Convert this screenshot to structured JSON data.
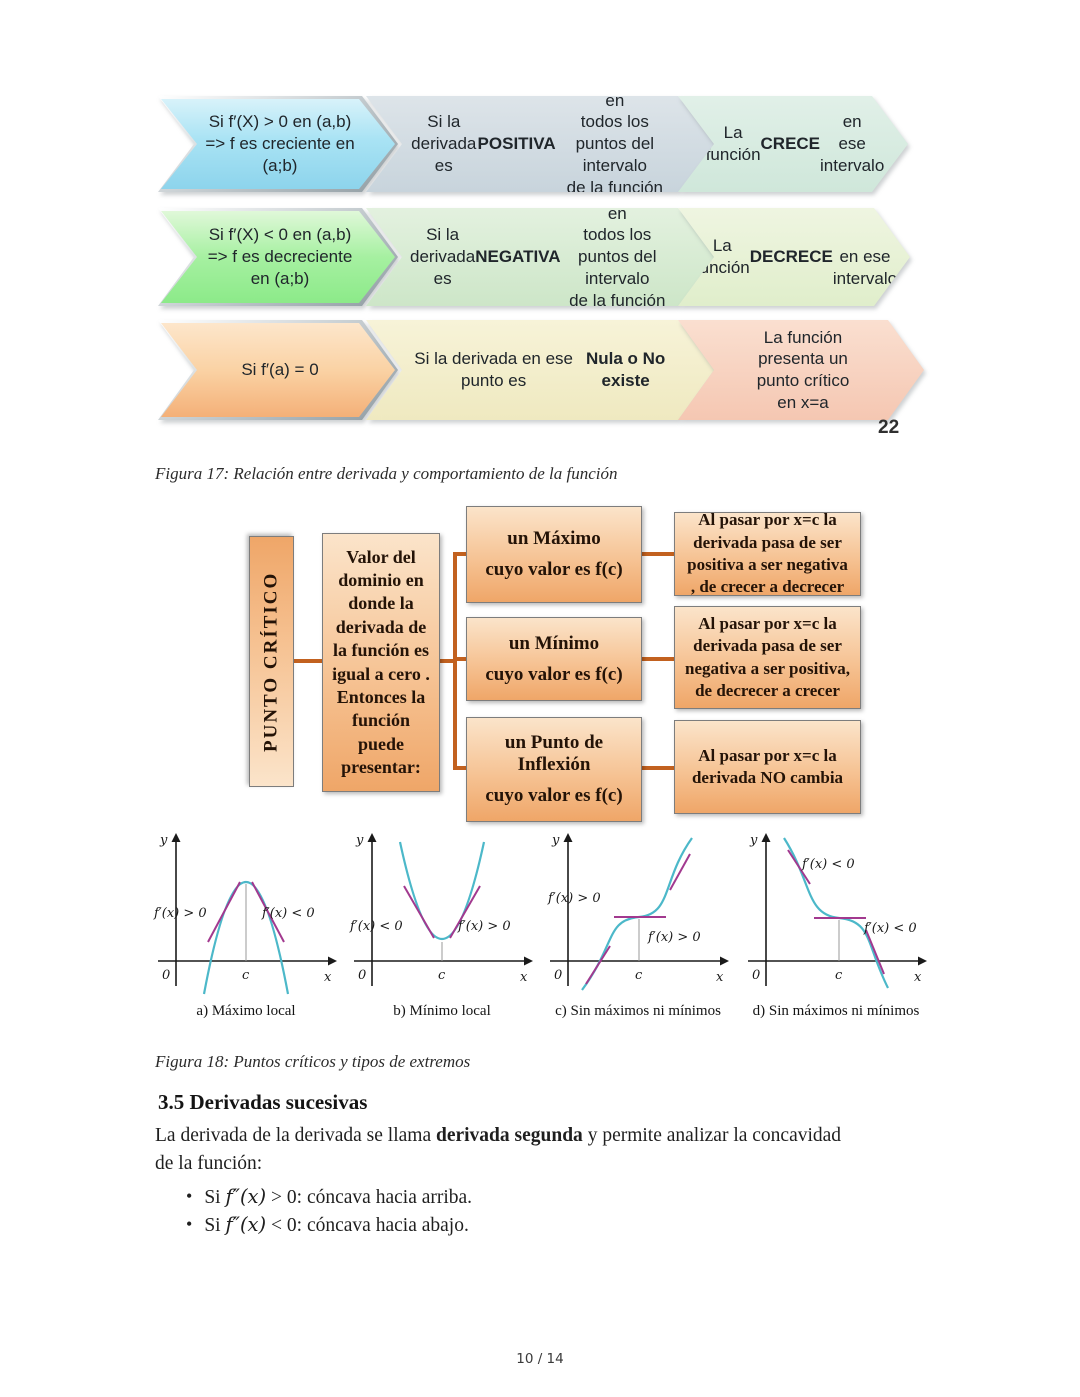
{
  "figure17": {
    "caption": "Figura 17: Relación entre derivada y comportamiento de la función",
    "slide_number": "22",
    "rows": [
      {
        "cells": [
          {
            "t1": "Si f′(X) > 0 en (a,b)\n=> f es creciente en\n(a;b)",
            "b": "",
            "t2": ""
          },
          {
            "t1": "Si  la derivada  es ",
            "b": "POSITIVA",
            "t2": " en\ntodos los puntos del intervalo\nde la función"
          },
          {
            "t1": "La función\n",
            "b": "CRECE",
            "t2": " en\nese\nintervalo"
          }
        ]
      },
      {
        "cells": [
          {
            "t1": "Si f′(X) < 0 en (a,b)\n=> f es decreciente\nen (a;b)",
            "b": "",
            "t2": ""
          },
          {
            "t1": "Si la derivada  es ",
            "b": "NEGATIVA",
            "t2": " en\ntodos los puntos del intervalo\nde la función"
          },
          {
            "t1": "La función\n",
            "b": "DECRECE",
            "t2": "\nen ese\nintervalo"
          }
        ]
      },
      {
        "cells": [
          {
            "t1": "Si f′(a) = 0",
            "b": "",
            "t2": ""
          },
          {
            "t1": "Si la derivada en ese punto es\n",
            "b": "Nula o No existe",
            "t2": ""
          },
          {
            "t1": "La función\npresenta un\npunto crítico\nen x=a",
            "b": "",
            "t2": ""
          }
        ]
      }
    ]
  },
  "figure18": {
    "caption": "Figura 18: Puntos críticos y tipos de extremos",
    "root": "PUNTO CRÍTICO",
    "middle": "Valor del\ndominio en\ndonde la\nderivada de\nla función es\nigual a cero .\nEntonces la\nfunción\npuede\npresentar:",
    "nodes": [
      {
        "line1": "un Máximo",
        "line2": "cuyo valor es f(c)",
        "result": "Al pasar por x=c la\nderivada pasa de ser\npositiva a ser negativa\n, de crecer a decrecer"
      },
      {
        "line1": "un Mínimo",
        "line2": "cuyo valor es f(c)",
        "result": "Al pasar por x=c la\nderivada pasa de ser\nnegativa a ser positiva,\nde decrecer a crecer"
      },
      {
        "line1": "un Punto de\nInflexión",
        "line2": "cuyo valor es f(c)",
        "result": "Al pasar por x=c la\nderivada  NO cambia"
      }
    ],
    "graphs": [
      {
        "ylab": "y",
        "xlab": "x",
        "zero": "0",
        "c": "c",
        "label1": "f′(x) > 0",
        "label2": "f′(x) < 0",
        "caption": "a) Máximo local"
      },
      {
        "ylab": "y",
        "xlab": "x",
        "zero": "0",
        "c": "c",
        "label1": "f′(x) < 0",
        "label2": "f′(x) > 0",
        "caption": "b) Mínimo local"
      },
      {
        "ylab": "y",
        "xlab": "x",
        "zero": "0",
        "c": "c",
        "label1": "f′(x) > 0",
        "label2": "f′(x) > 0",
        "caption": "c) Sin máximos ni mínimos"
      },
      {
        "ylab": "y",
        "xlab": "x",
        "zero": "0",
        "c": "c",
        "label1": "f′(x) < 0",
        "label2": "f′(x) < 0",
        "caption": "d) Sin máximos ni mínimos"
      }
    ]
  },
  "section": {
    "heading": "3.5 Derivadas sucesivas",
    "para_t1": "La derivada de la derivada se llama ",
    "para_b": "derivada segunda",
    "para_t2": " y permite analizar la concavidad\nde la función:",
    "bullets": [
      {
        "pre": "Si ",
        "math": "f″(x)",
        "rel": " > 0",
        "post": ": cóncava hacia arriba."
      },
      {
        "pre": "Si ",
        "math": "f″(x)",
        "rel": " < 0",
        "post": ": cóncava hacia abajo."
      }
    ]
  },
  "footer": {
    "page_number": "10 / 14"
  },
  "colors": {
    "chevron_blue": "#9fdef1",
    "chevron_green": "#97ed94",
    "chevron_orange": "#f7bd88",
    "flow_box_top": "#fbe4ca",
    "flow_box_bottom": "#efa668",
    "connector": "#c2611f",
    "curve_teal": "#4cb8c9",
    "tangent_purple": "#a2398f"
  }
}
